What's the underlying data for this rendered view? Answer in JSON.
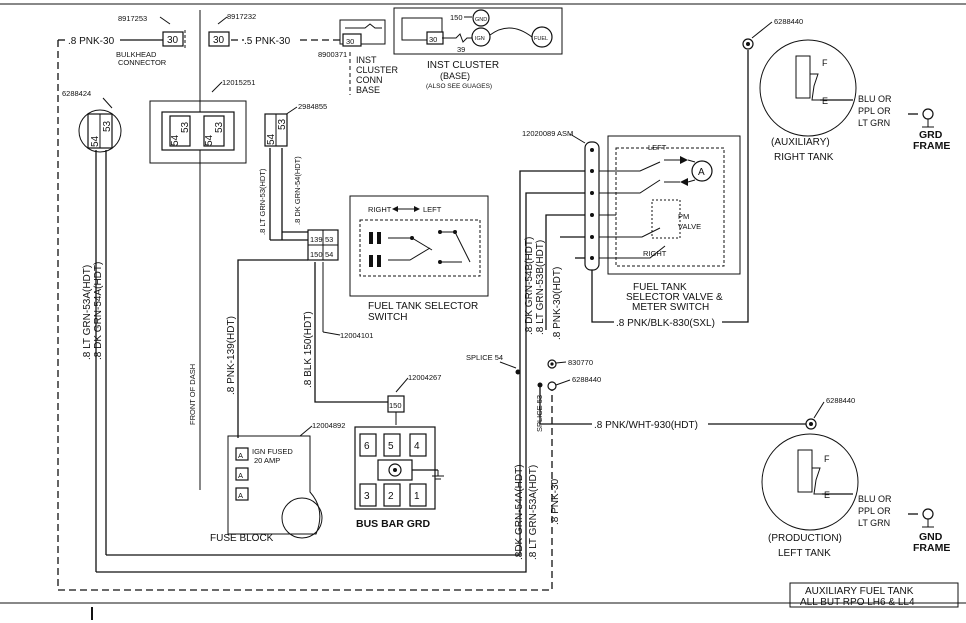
{
  "title_box": {
    "line1": "AUXILIARY FUEL TANK",
    "line2": "ALL BUT RPO LH6 & LL4"
  },
  "parts": {
    "p8917253": "8917253",
    "p8917232": "8917232",
    "p8900371": "8900371",
    "p12015251": "12015251",
    "p2984855": "2984855",
    "p6288424": "6288424",
    "p12020089": "12020089 ASM",
    "p12004101": "12004101",
    "p12004267": "12004267",
    "p12004892": "12004892",
    "p830770": "830770",
    "p6288440a": "6288440",
    "p6288440b": "6288440",
    "p6288440c": "6288440"
  },
  "wires": {
    "pnk30_left": ".8 PNK-30",
    "pnk30_right": ".5 PNK-30",
    "ltgrn53_v": ".8 LT GRN-53A(HDT)",
    "dkgrn54_v": ".8 DK GRN-54A(HDT)",
    "ltgrn53_top": ".8 LT GRN-53(HDT)",
    "dkgrn54_top": ".8 DK GRN-54(HDT)",
    "pnk139": ".8 PNK-139(HDT)",
    "blk150": ".8 BLK 150(HDT)",
    "dkgrn54b": ".8 DK GRN-54B(HDT)",
    "ltgrn53b": ".8 LT GRN-53B(HDT)",
    "pnk30hdt": ".8 PNK-30(HDT)",
    "pnk930": ".8 PNK/WHT-930(HDT)",
    "pnk830": ".8 PNK/BLK-830(SXL)",
    "dkgrn54_low": ".8DK GRN-54A(HDT)",
    "ltgrn53_low": ".8 LT GRN-53A(HDT)",
    "pnk30_low": ".8 PNK-30"
  },
  "labels": {
    "bulkhead1": "BULKHEAD",
    "bulkhead2": "CONNECTOR",
    "inst_conn1": "INST",
    "inst_conn2": "CLUSTER",
    "inst_conn3": "CONN",
    "inst_conn4": "BASE",
    "inst_base1": "INST CLUSTER",
    "inst_base2": "(BASE)",
    "inst_base3": "(ALSO SEE GUAGES)",
    "front_dash": "FRONT OF DASH",
    "selector1": "FUEL TANK SELECTOR",
    "selector2": "SWITCH",
    "right_arrow": "RIGHT",
    "left_arrow": "LEFT",
    "valve1": "FUEL TANK",
    "valve2": "SELECTOR VALVE &",
    "valve3": "METER SWITCH",
    "valve_left": "LEFT",
    "valve_right": "RIGHT",
    "pm_valve1": "PM",
    "pm_valve2": "VALVE",
    "splice54": "SPLICE 54",
    "splice53": "SPLICE 53",
    "ign_fused1": "IGN FUSED",
    "ign_fused2": "20 AMP",
    "fuse_block": "FUSE BLOCK",
    "bus_bar": "BUS BAR GRD",
    "aux_tank1": "(AUXILIARY)",
    "aux_tank2": "RIGHT TANK",
    "prod_tank1": "(PRODUCTION)",
    "prod_tank2": "LEFT TANK",
    "color_blu": "BLU OR",
    "color_ppl": "PPL OR",
    "color_ltg": "LT GRN",
    "grd1": "GRD",
    "frame1": "FRAME",
    "grd2": "GND",
    "frame2": "FRAME",
    "sender_f": "F",
    "sender_e": "E",
    "meter_a": "A",
    "gnd_circle": "GND",
    "ign_circle": "IGN",
    "fuel_circle": "FUEL"
  },
  "terminals": {
    "t30": "30",
    "t53": "53",
    "t54": "54",
    "t139": "139",
    "t150": "150",
    "t1": "1",
    "t2": "2",
    "t3": "3",
    "t4": "4",
    "t5": "5",
    "t6": "6",
    "t39": "39",
    "fuse_a": "A",
    "n150": "150"
  }
}
